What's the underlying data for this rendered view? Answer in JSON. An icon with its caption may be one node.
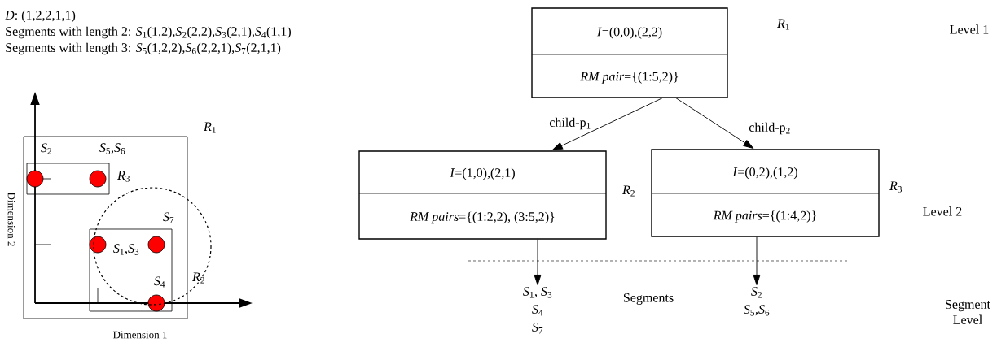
{
  "diagram": {
    "nodes": [
      {
        "text": [
          "*I*=(0,0),(2,2)",
          "*RM pair*={(1:5,2)}"
        ],
        "beside": [
          "*R*$_{1}$"
        ]
      },
      {
        "text": [
          "*I*=(1,0),(2,1)",
          "*RM pairs*={(1:2,2), (3:5,2)}"
        ],
        "beside": [
          "*R*$_{2}$"
        ]
      },
      {
        "text": [
          "*I*=(0,2),(1,2)",
          "*RM pairs*={(1:4,2)}"
        ],
        "beside": [
          "*R*$_{3}$"
        ]
      },
      {
        "text": [
          "*S*$_{1}$, *S*$_{3}$",
          "*S*$_{4}$",
          "*S*$_{7}$"
        ]
      },
      {
        "text": [
          "*S*$_{2}$",
          "*S*$_{5}$,*S*$_{6}$"
        ]
      }
    ],
    "edges": [
      {
        "from": 0,
        "to": 1,
        "arrow": "to",
        "label": "child-p$_{1}$"
      },
      {
        "from": 0,
        "to": 2,
        "arrow": "to",
        "label": "child-p$_{2}$"
      },
      {
        "from": 1,
        "to": 3,
        "arrow": "to"
      },
      {
        "from": 2,
        "to": 4,
        "arrow": "to"
      }
    ],
    "labels": [
      "*D*: (1,2,2,1,1)",
      "Segments with length 2: *S*$_{1}$(1,2),*S*$_{2}$(2,2),*S*$_{3}$(2,1),*S*$_{4}$(1,1)",
      "Segments with length 3: *S*$_{5}$(1,2,2),*S*$_{6}$(2,2,1),*S*$_{7}$(2,1,1)",
      "*R*$_{1}$",
      "*S*$_{2}$",
      "*S*$_{5}$,*S*$_{6}$",
      "*R*$_{3}$",
      "*S*$_{7}$",
      "*S*$_{1}$,*S*$_{3}$",
      "*R*$_{2}$",
      "*S*$_{4}$",
      "Dimension 2",
      "Dimension 1",
      "Level 1",
      "Level 2",
      "Segments",
      "Segment Level"
    ]
  }
}
